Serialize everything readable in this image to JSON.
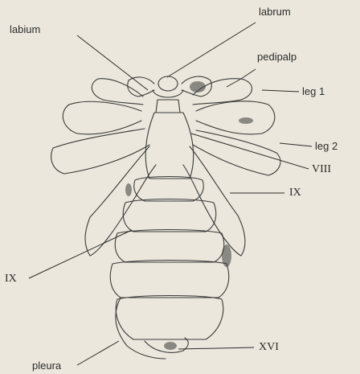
{
  "labels": {
    "labrum": "labrum",
    "labium": "labium",
    "pedipalp": "pedipalp",
    "leg1": "leg 1",
    "leg2": "leg 2",
    "viii": "VIII",
    "ix_right": "IX",
    "ix_left": "IX",
    "xvi": "XVI",
    "pleura": "pleura"
  },
  "colors": {
    "background": "#ebe7dc",
    "ink": "#2b2b2b",
    "shade": "#3a3a3a"
  }
}
